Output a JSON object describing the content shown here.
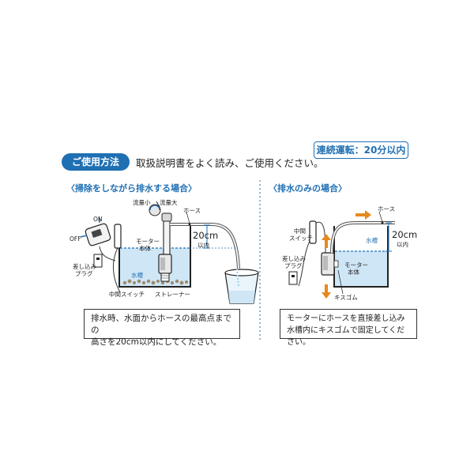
{
  "header": {
    "badge": "ご使用方法",
    "intro": "取扱説明書をよく読み、ご使用ください。",
    "continuous": "連続運転：20分以内"
  },
  "left": {
    "title": "〈掃除をしながら排水する場合〉",
    "labels": {
      "flow_small": "流量小",
      "flow_large": "流量大",
      "hose": "ホース",
      "on": "ON",
      "off": "OFF",
      "motor_line1": "モーター",
      "motor_line2": "本体",
      "height": "20cm",
      "within": "以内",
      "plug_line1": "差し込み",
      "plug_line2": "プラグ",
      "tank": "水槽",
      "switch": "中間スイッチ",
      "strainer": "ストレーナー"
    },
    "note_line1": "排水時、水面からホースの最高点までの",
    "note_line2": "高さを20cm以内にしてください。"
  },
  "right": {
    "title": "〈排水のみの場合〉",
    "labels": {
      "hose": "ホース",
      "switch_line1": "中間",
      "switch_line2": "スイッチ",
      "tank": "水槽",
      "height": "20cm",
      "within": "以内",
      "plug_line1": "差し込み",
      "plug_line2": "プラグ",
      "motor_line1": "モーター",
      "motor_line2": "本体",
      "suction": "キスゴム"
    },
    "note_line1": "モーターにホースを直接差し込み",
    "note_line2": "水槽内にキスゴムで固定してください。"
  },
  "colors": {
    "brand_blue": "#1f6fb3",
    "water": "#cfe6f6",
    "arrow_orange": "#e58a1f"
  }
}
